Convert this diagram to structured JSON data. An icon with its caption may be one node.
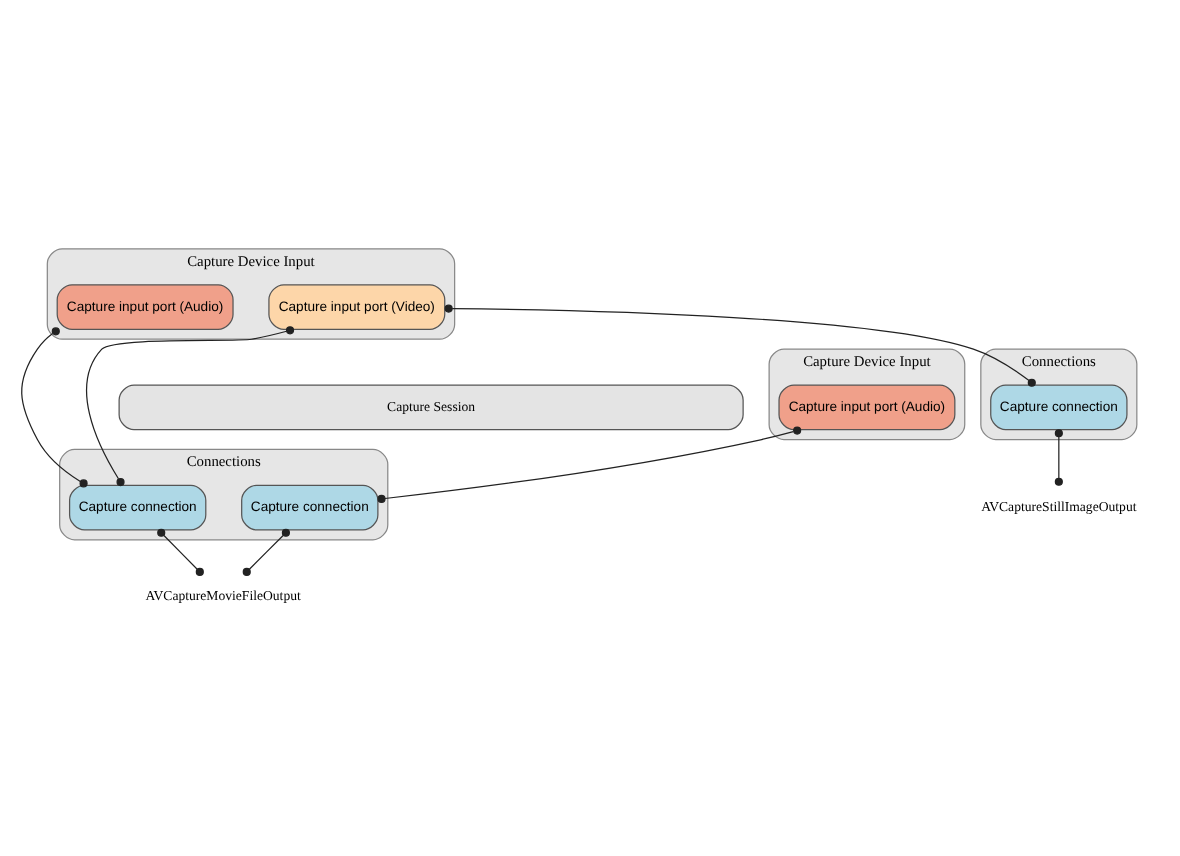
{
  "diagram": {
    "nodes": [
      {
        "text": [
          "Capture Device Input"
        ]
      },
      {
        "text": [
          "Capture input port (Video)"
        ],
        "in": 0
      },
      {
        "text": [
          "Capture input port (Audio)"
        ],
        "in": 0
      },
      {
        "text": [
          "Capture Device Input"
        ]
      },
      {
        "text": [
          "Capture input port (Audio)"
        ],
        "in": 3
      },
      {
        "text": [
          "Capture Session"
        ]
      },
      {
        "text": [
          "Connections"
        ]
      },
      {
        "text": [
          "Capture connection"
        ],
        "in": 6
      },
      {
        "text": [
          "Capture connection"
        ],
        "in": 6
      },
      {
        "text": [
          "Connections"
        ]
      },
      {
        "text": [
          "Capture connection"
        ],
        "in": 9
      },
      {
        "text": [
          "AVCaptureMovieFileOutput"
        ]
      },
      {
        "text": [
          "AVCaptureStillImageOutput"
        ]
      }
    ],
    "edges": [
      {
        "from": 1,
        "to": 7,
        "arrow": "other"
      },
      {
        "from": 1,
        "to": 10,
        "arrow": "other"
      },
      {
        "from": 2,
        "to": 7,
        "arrow": "other"
      },
      {
        "from": 4,
        "to": 8,
        "arrow": "other"
      },
      {
        "from": 7,
        "to": 11,
        "arrow": "other"
      },
      {
        "from": 8,
        "to": 11,
        "arrow": "other"
      },
      {
        "from": 10,
        "to": 12,
        "arrow": "other"
      }
    ]
  }
}
